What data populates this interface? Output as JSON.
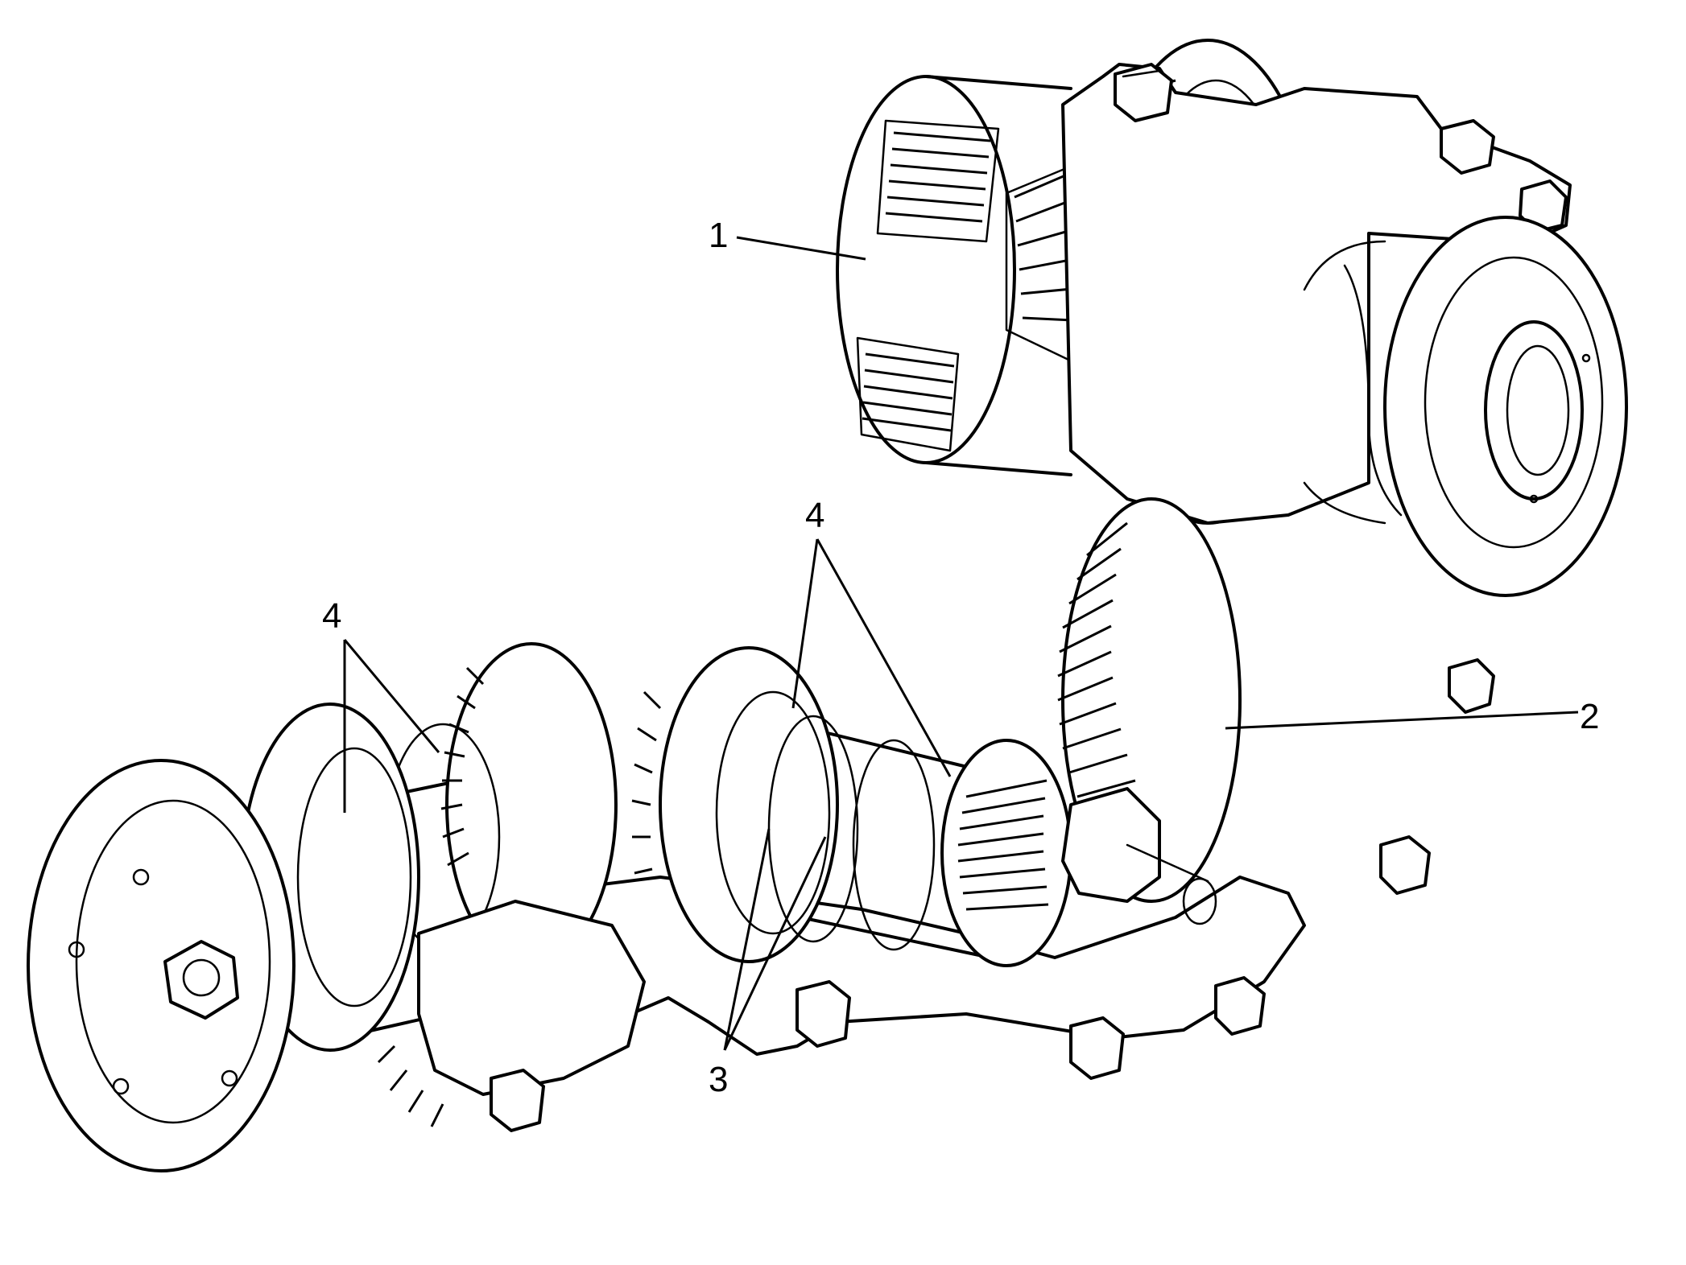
{
  "colors": {
    "ink": "#000000",
    "background": "#ffffff"
  },
  "callouts": [
    {
      "id": "c1",
      "text": "1"
    },
    {
      "id": "c2",
      "text": "2"
    },
    {
      "id": "c3",
      "text": "3"
    },
    {
      "id": "c4a",
      "text": "4"
    },
    {
      "id": "c4b",
      "text": "4"
    }
  ]
}
